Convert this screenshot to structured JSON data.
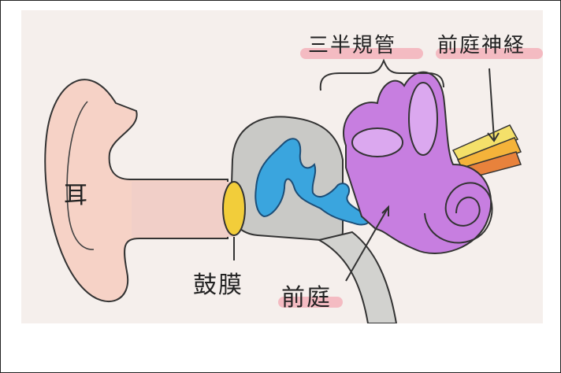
{
  "labels": {
    "ear": "耳",
    "semicircular_canals": "三半規管",
    "vestibular_nerve": "前庭神経",
    "eardrum": "鼓膜",
    "vestibule": "前庭"
  },
  "colors": {
    "background": "#f5efec",
    "outer_ear": "#f6d2c6",
    "ear_canal": "#f1cfc8",
    "middle_ear": "#c9c9c6",
    "eardrum": "#f2cd3a",
    "ossicles": "#3aa5de",
    "inner_ear": "#c77ee0",
    "nerve": "#f4b33a",
    "highlight": "#f3a9b4"
  }
}
